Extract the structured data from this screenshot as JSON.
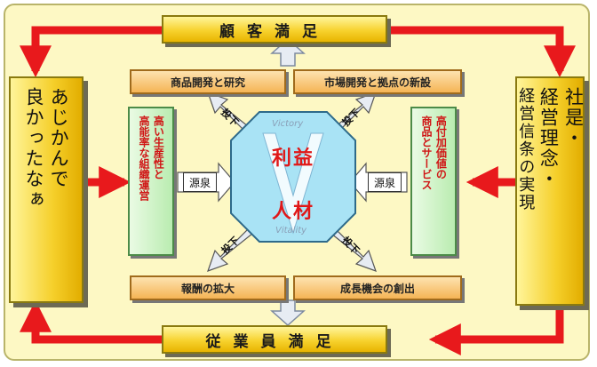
{
  "top_bar": "顧客満足",
  "bottom_bar": "従業員満足",
  "left_bar_lines": [
    "あじかんで",
    "良かったなぁ"
  ],
  "right_bar_lines": [
    "社是・",
    "経営理念・",
    "経営信条の実現"
  ],
  "top_boxes": [
    "商品開発と研究",
    "市場開発と拠点の新設"
  ],
  "bottom_boxes": [
    "報酬の拡大",
    "成長機会の創出"
  ],
  "left_green_lines": [
    "高い生産性と",
    "高能率な組織運営"
  ],
  "right_green_lines": [
    "高付加価値の",
    "商品とサービス"
  ],
  "gensen_label": "源泉",
  "toushi_label": "投下",
  "center": {
    "top_word": "利益",
    "bottom_word": "人材",
    "upper_caption": "Victory",
    "lower_caption": "Vitality"
  },
  "colors": {
    "arrow_red": "#e8191c",
    "bar_yellow": "#f7d22e",
    "panel": "#fdf8c4",
    "octagon": "#a9e3f5"
  }
}
